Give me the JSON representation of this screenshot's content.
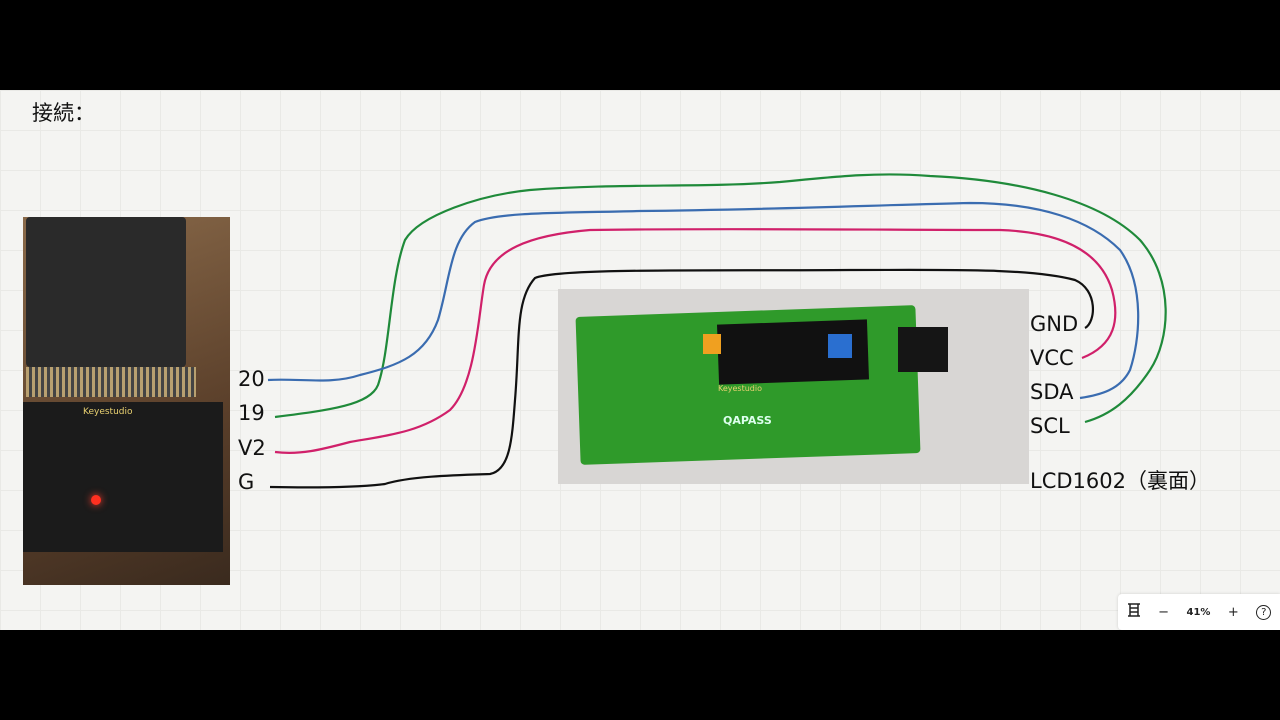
{
  "title": "接続：",
  "microbit_pins": [
    "20",
    "19",
    "V2",
    "G"
  ],
  "lcd_pins": [
    "GND",
    "VCC",
    "SDA",
    "SCL"
  ],
  "lcd_caption": "LCD1602（裏面）",
  "photo_lettering": {
    "microbit_shield": "Keyestudio",
    "lcd_board": "QAPASS",
    "lcd_adapter": "Keyestudio"
  },
  "wire_colors": {
    "20_SDA": "#3a6cb0",
    "19_SCL": "#1f8a3a",
    "V2_VCC": "#d0206a",
    "G_GND": "#111111"
  },
  "toolbar": {
    "fit_icon": "fit-to-screen-icon",
    "zoom_out": "−",
    "zoom_level": "41%",
    "zoom_in": "+",
    "help": "?"
  }
}
